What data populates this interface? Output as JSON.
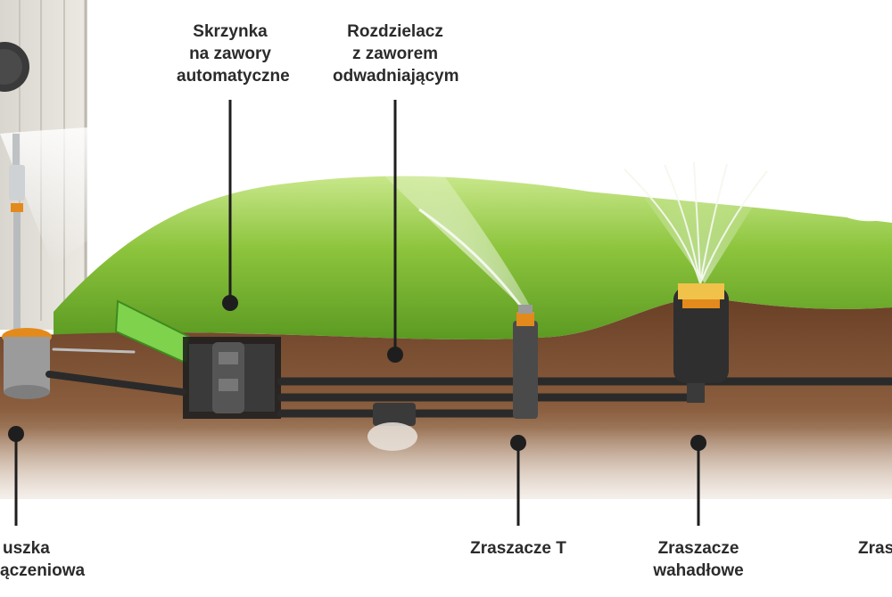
{
  "labels": {
    "valve_box": [
      "Skrzynka",
      "na zawory",
      "automatyczne"
    ],
    "manifold": [
      "Rozdzielacz",
      "z zaworem",
      "odwadniającym"
    ],
    "connection_box": [
      "uszka",
      "ączeniowa"
    ],
    "t_sprinklers": "Zraszacze T",
    "oscillating_sprinklers": [
      "Zraszacze",
      "wahadłowe"
    ],
    "right_cut": "Zras"
  },
  "colors": {
    "grass_light": "#9ed04a",
    "grass_dark": "#5f9e22",
    "soil": "#7a4e2e",
    "soil_light": "#b08a6a",
    "pipe": "#2a2a2a",
    "leader": "#1e1e1e",
    "text": "#2b2b2b"
  }
}
